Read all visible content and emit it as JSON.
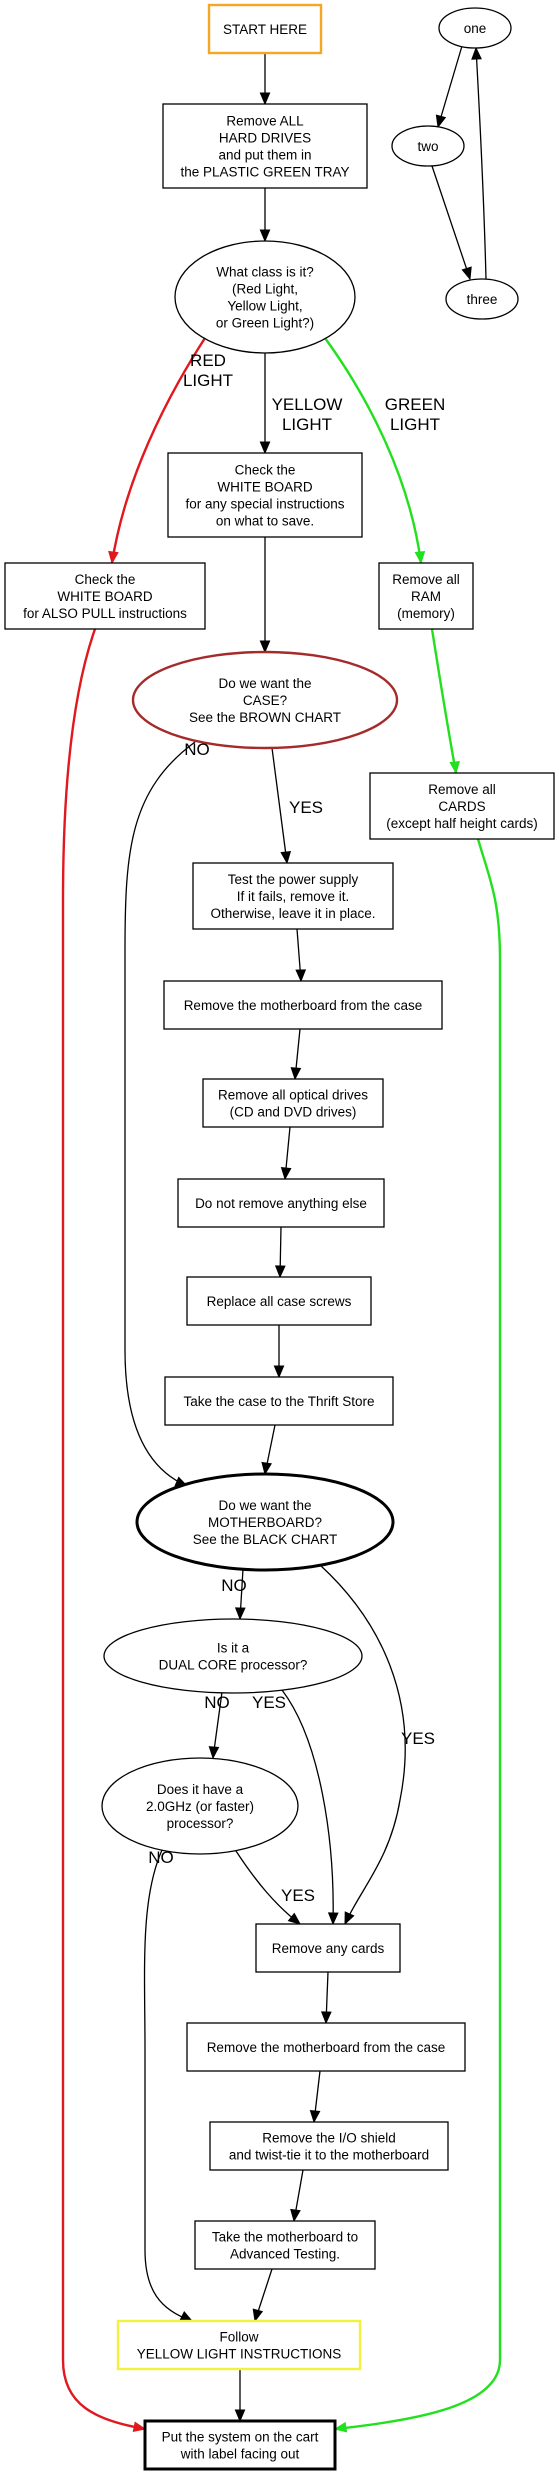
{
  "colors": {
    "default": "#000000",
    "orange": "#f5a623",
    "red": "#e0191e",
    "green": "#22e01e",
    "brown": "#a52a2a",
    "yellow": "#f2f23c"
  },
  "nodes": [
    {
      "id": "start",
      "shape": "rect",
      "color": "orange",
      "lines": [
        "START HERE"
      ]
    },
    {
      "id": "remove_hd",
      "shape": "rect",
      "lines": [
        "Remove ALL",
        "HARD DRIVES",
        "and put them in",
        "the PLASTIC GREEN TRAY"
      ]
    },
    {
      "id": "class_q",
      "shape": "ellipse",
      "lines": [
        "What class is it?",
        "(Red Light,",
        "Yellow Light,",
        "or Green Light?)"
      ]
    },
    {
      "id": "check_wb",
      "shape": "rect",
      "lines": [
        "Check the",
        "WHITE BOARD",
        "for any special instructions",
        "on what to save."
      ]
    },
    {
      "id": "check_wb_pull",
      "shape": "rect",
      "lines": [
        "Check the",
        "WHITE BOARD",
        "for ALSO PULL instructions"
      ]
    },
    {
      "id": "remove_ram",
      "shape": "rect",
      "lines": [
        "Remove all",
        "RAM",
        "(memory)"
      ]
    },
    {
      "id": "case_q",
      "shape": "ellipse",
      "color": "brown",
      "lines": [
        "Do we want the",
        "CASE?",
        "See the BROWN CHART"
      ]
    },
    {
      "id": "remove_cards_all",
      "shape": "rect",
      "lines": [
        "Remove all",
        "CARDS",
        "(except half height cards)"
      ]
    },
    {
      "id": "test_psu",
      "shape": "rect",
      "lines": [
        "Test the power supply",
        "If it fails, remove it.",
        "Otherwise, leave it in place."
      ]
    },
    {
      "id": "remove_mb1",
      "shape": "rect",
      "lines": [
        "Remove the motherboard from the case"
      ]
    },
    {
      "id": "remove_optical",
      "shape": "rect",
      "lines": [
        "Remove all optical drives",
        "(CD and DVD drives)"
      ]
    },
    {
      "id": "dont_remove",
      "shape": "rect",
      "lines": [
        "Do not remove anything else"
      ]
    },
    {
      "id": "replace_screws",
      "shape": "rect",
      "lines": [
        "Replace all case screws"
      ]
    },
    {
      "id": "thrift",
      "shape": "rect",
      "lines": [
        "Take the case to the Thrift Store"
      ]
    },
    {
      "id": "mb_q",
      "shape": "ellipse",
      "bold": true,
      "lines": [
        "Do we want the",
        "MOTHERBOARD?",
        "See the BLACK CHART"
      ]
    },
    {
      "id": "dual_q",
      "shape": "ellipse",
      "lines": [
        "Is it a",
        "DUAL CORE processor?"
      ]
    },
    {
      "id": "ghz_q",
      "shape": "ellipse",
      "lines": [
        "Does it have a",
        "2.0GHz (or faster)",
        "processor?"
      ]
    },
    {
      "id": "remove_any_cards",
      "shape": "rect",
      "lines": [
        "Remove any cards"
      ]
    },
    {
      "id": "remove_mb2",
      "shape": "rect",
      "lines": [
        "Remove the motherboard from the case"
      ]
    },
    {
      "id": "remove_io",
      "shape": "rect",
      "lines": [
        "Remove the I/O shield",
        "and twist-tie it to the motherboard"
      ]
    },
    {
      "id": "take_mb",
      "shape": "rect",
      "lines": [
        "Take the motherboard to",
        "Advanced Testing."
      ]
    },
    {
      "id": "follow_yellow",
      "shape": "rect",
      "color": "yellow",
      "lines": [
        "Follow",
        "YELLOW LIGHT INSTRUCTIONS"
      ]
    },
    {
      "id": "cart",
      "shape": "rect",
      "bold": true,
      "lines": [
        "Put the system on the cart",
        "with label facing out"
      ]
    },
    {
      "id": "one",
      "shape": "ellipse",
      "lines": [
        "one"
      ]
    },
    {
      "id": "two",
      "shape": "ellipse",
      "lines": [
        "two"
      ]
    },
    {
      "id": "three",
      "shape": "ellipse",
      "lines": [
        "three"
      ]
    }
  ],
  "edges": [
    {
      "from": "start",
      "to": "remove_hd"
    },
    {
      "from": "remove_hd",
      "to": "class_q"
    },
    {
      "from": "class_q",
      "to": "check_wb_pull",
      "color": "red",
      "label": [
        "RED",
        "LIGHT"
      ]
    },
    {
      "from": "class_q",
      "to": "check_wb",
      "label": [
        "YELLOW",
        "LIGHT"
      ]
    },
    {
      "from": "class_q",
      "to": "remove_ram",
      "color": "green",
      "label": [
        "GREEN",
        "LIGHT"
      ]
    },
    {
      "from": "check_wb",
      "to": "case_q"
    },
    {
      "from": "remove_ram",
      "to": "remove_cards_all",
      "color": "green"
    },
    {
      "from": "check_wb_pull",
      "to": "cart",
      "color": "red"
    },
    {
      "from": "remove_cards_all",
      "to": "cart",
      "color": "green"
    },
    {
      "from": "case_q",
      "to": "test_psu",
      "label": [
        "YES"
      ]
    },
    {
      "from": "case_q",
      "to": "mb_q",
      "label": [
        "NO"
      ]
    },
    {
      "from": "test_psu",
      "to": "remove_mb1"
    },
    {
      "from": "remove_mb1",
      "to": "remove_optical"
    },
    {
      "from": "remove_optical",
      "to": "dont_remove"
    },
    {
      "from": "dont_remove",
      "to": "replace_screws"
    },
    {
      "from": "replace_screws",
      "to": "thrift"
    },
    {
      "from": "thrift",
      "to": "mb_q"
    },
    {
      "from": "mb_q",
      "to": "dual_q",
      "label": [
        "NO"
      ]
    },
    {
      "from": "mb_q",
      "to": "remove_any_cards",
      "label": [
        "YES"
      ]
    },
    {
      "from": "dual_q",
      "to": "ghz_q",
      "label": [
        "NO"
      ]
    },
    {
      "from": "dual_q",
      "to": "remove_any_cards",
      "label": [
        "YES"
      ]
    },
    {
      "from": "ghz_q",
      "to": "remove_any_cards",
      "label": [
        "YES"
      ]
    },
    {
      "from": "ghz_q",
      "to": "follow_yellow",
      "label": [
        "NO"
      ]
    },
    {
      "from": "remove_any_cards",
      "to": "remove_mb2"
    },
    {
      "from": "remove_mb2",
      "to": "remove_io"
    },
    {
      "from": "remove_io",
      "to": "take_mb"
    },
    {
      "from": "take_mb",
      "to": "follow_yellow"
    },
    {
      "from": "follow_yellow",
      "to": "cart"
    },
    {
      "from": "one",
      "to": "two"
    },
    {
      "from": "two",
      "to": "three"
    },
    {
      "from": "three",
      "to": "one"
    }
  ]
}
